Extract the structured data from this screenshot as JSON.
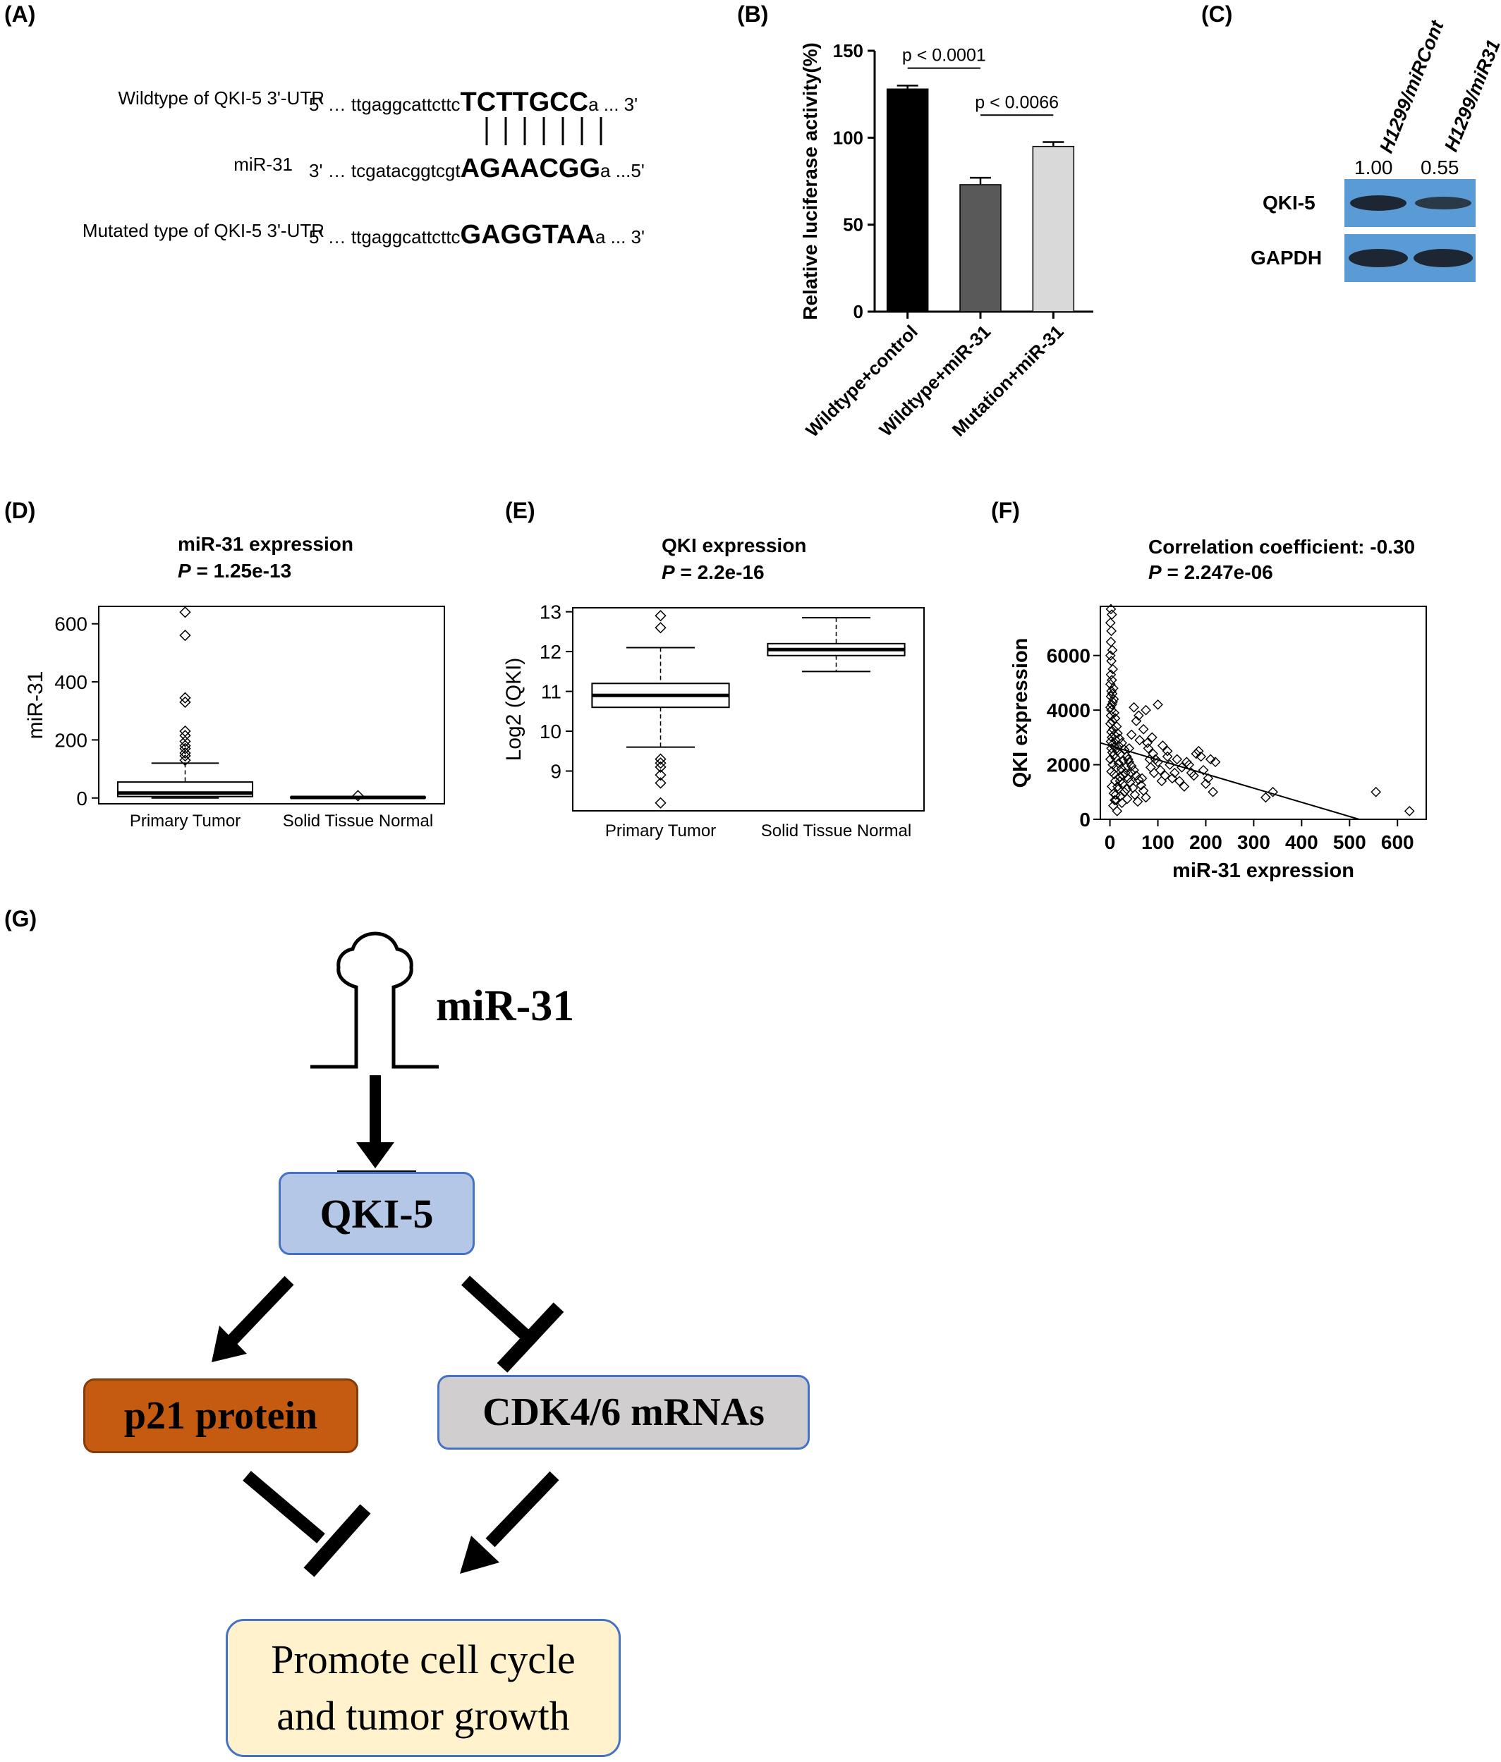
{
  "panelA": {
    "label": "(A)",
    "rows": [
      {
        "name": "Wildtype  of QKI-5 3'-UTR",
        "end5": "5'",
        "pre": "… ttgaggcattcttc",
        "core": "TCTTGCC",
        "post": "a ... 3'"
      },
      {
        "name": "miR-31",
        "end5": "3'",
        "pre": "… tcgatacggtcgt",
        "core": "AGAACGG",
        "post": "a ...5'"
      },
      {
        "name": "Mutated type of QKI-5 3'-UTR",
        "end5": "5'",
        "pre": "… ttgaggcattcttc",
        "core": "GAGGTAA",
        "post": "a ... 3'"
      }
    ]
  },
  "panelB": {
    "label": "(B)",
    "p_top": "p < 0.0001",
    "p_bottom": "p < 0.0066"
  },
  "panelC": {
    "label": "(C)",
    "lanes": [
      "H1299/miRCont",
      "H1299/miR31"
    ],
    "ratios": [
      "1.00",
      "0.55"
    ],
    "bands": [
      "QKI-5",
      "GAPDH"
    ],
    "blot_color": "#5b9bd5"
  },
  "panelD": {
    "label": "(D)",
    "title": "miR-31 expression",
    "p_prefix": "P",
    "p_value": " = 1.25e-13"
  },
  "panelE": {
    "label": "(E)",
    "title": "QKI expression",
    "p_prefix": "P",
    "p_value": " = 2.2e-16"
  },
  "panelF": {
    "label": "(F)",
    "title": "Correlation coefficient: -0.30",
    "p_prefix": "P",
    "p_value": " = 2.247e-06"
  },
  "panelG": {
    "label": "(G)",
    "mirna": "miR-31",
    "qki": "QKI-5",
    "p21": "p21 protein",
    "cdk": "CDK4/6 mRNAs",
    "outcome_line1": "Promote cell cycle",
    "outcome_line2": "and tumor growth",
    "colors": {
      "qki_fill": "#b4c7e7",
      "qki_border": "#4472c4",
      "p21_fill": "#c55a11",
      "p21_border": "#843c0c",
      "cdk_fill": "#d0cece",
      "cdk_border": "#4472c4",
      "outcome_fill": "#fff2cc",
      "outcome_border": "#4472c4"
    }
  },
  "chart_data": [
    {
      "type": "bar",
      "panel": "B",
      "categories": [
        "Wildtype+control",
        "Wildtype+miR-31",
        "Mutation+miR-31"
      ],
      "values": [
        128,
        73,
        95
      ],
      "errors": [
        2,
        4,
        2.5
      ],
      "colors": [
        "#000000",
        "#595959",
        "#d9d9d9"
      ],
      "ylabel": "Relative luciferase activity(%)",
      "ylim": [
        0,
        150
      ],
      "yticks": [
        0,
        50,
        100,
        150
      ]
    },
    {
      "type": "box",
      "panel": "D",
      "categories": [
        "Primary Tumor",
        "Solid Tissue  Normal"
      ],
      "boxes": [
        {
          "min": 0,
          "q1": 5,
          "median": 17,
          "q3": 55,
          "max": 120,
          "outliers": [
            130,
            145,
            155,
            170,
            180,
            195,
            215,
            230,
            330,
            345,
            560,
            640
          ]
        },
        {
          "min": 0,
          "q1": 1,
          "median": 2,
          "q3": 3,
          "max": 5,
          "outliers": [
            8
          ]
        }
      ],
      "ylabel": "miR-31",
      "ylim": [
        -20,
        660
      ],
      "yticks": [
        0,
        200,
        400,
        600
      ]
    },
    {
      "type": "box",
      "panel": "E",
      "categories": [
        "Primary Tumor",
        "Solid Tissue  Normal"
      ],
      "boxes": [
        {
          "min": 9.6,
          "q1": 10.6,
          "median": 10.9,
          "q3": 11.2,
          "max": 12.1,
          "outliers": [
            12.9,
            12.6,
            9.3,
            9.2,
            9.1,
            8.9,
            8.7,
            8.2
          ]
        },
        {
          "min": 11.5,
          "q1": 11.9,
          "median": 12.05,
          "q3": 12.2,
          "max": 12.85,
          "outliers": []
        }
      ],
      "ylabel": "Log2 (QKI)",
      "ylim": [
        8.0,
        13.1
      ],
      "yticks": [
        9,
        10,
        11,
        12,
        13
      ]
    },
    {
      "type": "scatter",
      "panel": "F",
      "xlabel": "miR-31 expression",
      "ylabel": "QKI expression",
      "xlim": [
        -20,
        660
      ],
      "ylim": [
        0,
        7800
      ],
      "xticks": [
        0,
        100,
        200,
        300,
        400,
        500,
        600
      ],
      "yticks": [
        0,
        2000,
        4000,
        6000
      ],
      "fit": {
        "x": [
          -20,
          520
        ],
        "y": [
          2800,
          0
        ]
      },
      "points": [
        [
          2,
          7700
        ],
        [
          4,
          7500
        ],
        [
          1,
          7200
        ],
        [
          3,
          6900
        ],
        [
          2,
          6500
        ],
        [
          5,
          6200
        ],
        [
          1,
          6000
        ],
        [
          3,
          5800
        ],
        [
          6,
          5500
        ],
        [
          2,
          5300
        ],
        [
          4,
          5100
        ],
        [
          1,
          4950
        ],
        [
          7,
          4800
        ],
        [
          3,
          4700
        ],
        [
          5,
          4600
        ],
        [
          2,
          4500
        ],
        [
          8,
          4400
        ],
        [
          6,
          4300
        ],
        [
          4,
          4200
        ],
        [
          1,
          4100
        ],
        [
          3,
          4000
        ],
        [
          9,
          3900
        ],
        [
          2,
          3800
        ],
        [
          11,
          3700
        ],
        [
          5,
          3600
        ],
        [
          1,
          3500
        ],
        [
          14,
          3400
        ],
        [
          7,
          3300
        ],
        [
          3,
          3200
        ],
        [
          16,
          3150
        ],
        [
          9,
          3100
        ],
        [
          4,
          3000
        ],
        [
          20,
          2950
        ],
        [
          12,
          2900
        ],
        [
          2,
          2850
        ],
        [
          25,
          2800
        ],
        [
          6,
          2750
        ],
        [
          18,
          2700
        ],
        [
          10,
          2650
        ],
        [
          3,
          2600
        ],
        [
          30,
          2550
        ],
        [
          15,
          2500
        ],
        [
          5,
          2450
        ],
        [
          22,
          2400
        ],
        [
          8,
          2350
        ],
        [
          35,
          2300
        ],
        [
          12,
          2250
        ],
        [
          1,
          2200
        ],
        [
          28,
          2150
        ],
        [
          40,
          2100
        ],
        [
          18,
          2050
        ],
        [
          6,
          2000
        ],
        [
          45,
          1950
        ],
        [
          14,
          1900
        ],
        [
          24,
          1850
        ],
        [
          50,
          1800
        ],
        [
          3,
          1750
        ],
        [
          32,
          1700
        ],
        [
          9,
          1650
        ],
        [
          55,
          1600
        ],
        [
          20,
          1550
        ],
        [
          38,
          1500
        ],
        [
          60,
          1450
        ],
        [
          11,
          1400
        ],
        [
          42,
          1350
        ],
        [
          26,
          1300
        ],
        [
          65,
          1250
        ],
        [
          4,
          1200
        ],
        [
          48,
          1150
        ],
        [
          17,
          1100
        ],
        [
          70,
          1050
        ],
        [
          30,
          1000
        ],
        [
          8,
          950
        ],
        [
          52,
          900
        ],
        [
          22,
          850
        ],
        [
          75,
          800
        ],
        [
          36,
          750
        ],
        [
          13,
          700
        ],
        [
          58,
          650
        ],
        [
          25,
          600
        ],
        [
          80,
          2600
        ],
        [
          90,
          2400
        ],
        [
          95,
          2200
        ],
        [
          100,
          2100
        ],
        [
          85,
          1900
        ],
        [
          110,
          2700
        ],
        [
          120,
          2300
        ],
        [
          105,
          1800
        ],
        [
          115,
          1600
        ],
        [
          125,
          2000
        ],
        [
          130,
          1500
        ],
        [
          140,
          2200
        ],
        [
          150,
          1900
        ],
        [
          160,
          2100
        ],
        [
          170,
          1700
        ],
        [
          180,
          2400
        ],
        [
          190,
          2300
        ],
        [
          200,
          1300
        ],
        [
          210,
          2200
        ],
        [
          220,
          2100
        ],
        [
          45,
          3100
        ],
        [
          55,
          3600
        ],
        [
          62,
          2900
        ],
        [
          70,
          3300
        ],
        [
          78,
          2800
        ],
        [
          88,
          3000
        ],
        [
          100,
          4200
        ],
        [
          75,
          4000
        ],
        [
          60,
          3800
        ],
        [
          50,
          4100
        ],
        [
          120,
          2500
        ],
        [
          135,
          1700
        ],
        [
          145,
          1400
        ],
        [
          155,
          1200
        ],
        [
          165,
          2000
        ],
        [
          175,
          1600
        ],
        [
          185,
          2500
        ],
        [
          195,
          1800
        ],
        [
          205,
          1500
        ],
        [
          215,
          1000
        ],
        [
          40,
          2600
        ],
        [
          38,
          2200
        ],
        [
          33,
          1900
        ],
        [
          27,
          1600
        ],
        [
          21,
          1400
        ],
        [
          16,
          1200
        ],
        [
          12,
          900
        ],
        [
          10,
          700
        ],
        [
          7,
          500
        ],
        [
          15,
          300
        ],
        [
          325,
          800
        ],
        [
          340,
          1000
        ],
        [
          555,
          1000
        ],
        [
          625,
          300
        ],
        [
          35,
          1100
        ],
        [
          44,
          1700
        ],
        [
          67,
          1500
        ],
        [
          83,
          2200
        ],
        [
          92,
          1700
        ],
        [
          108,
          1400
        ]
      ]
    }
  ]
}
